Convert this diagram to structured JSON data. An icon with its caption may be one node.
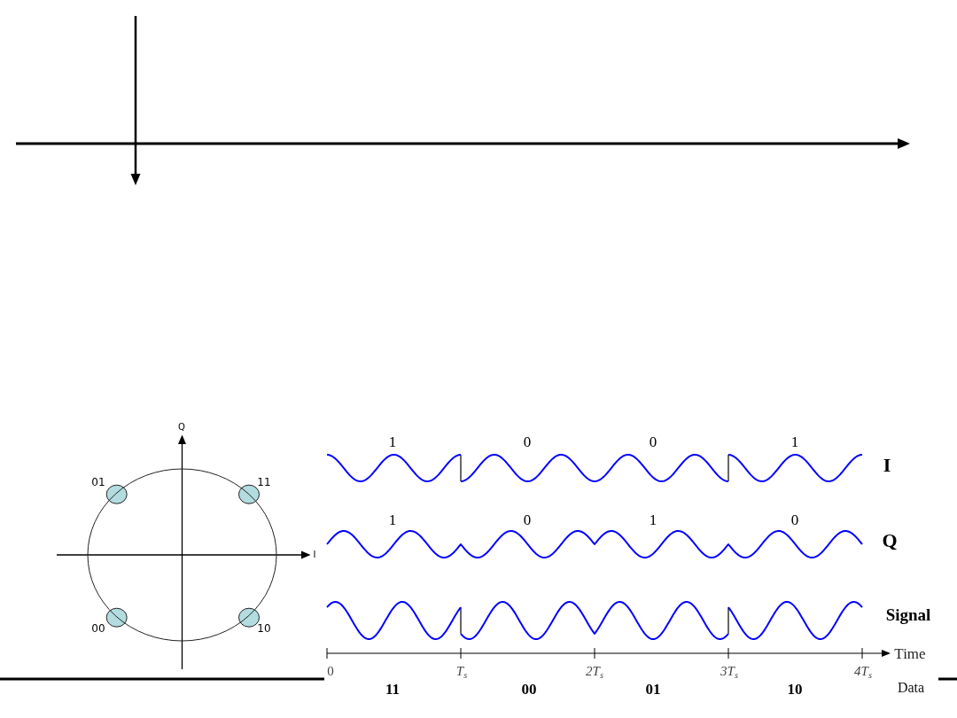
{
  "diagram": {
    "labels": [
      "Q",
      "01",
      "11",
      "I",
      "00",
      "10",
      "1",
      "0",
      "0",
      "1",
      "I",
      "1",
      "0",
      "1",
      "0",
      "Q",
      "Signal",
      "Time",
      "0",
      "T$_{s}$",
      "2T$_{s}$",
      "3T$_{s}$",
      "4T$_{s}$",
      "11",
      "00",
      "01",
      "10",
      "Data"
    ]
  }
}
